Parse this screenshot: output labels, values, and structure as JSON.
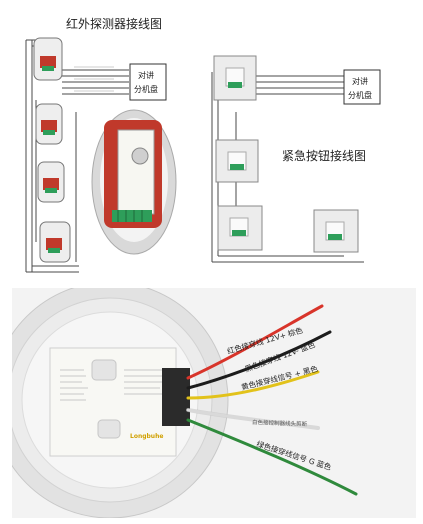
{
  "infrared": {
    "title": "红外探测器接线图",
    "box_line1": "对讲",
    "box_line2": "分机盘"
  },
  "emergency": {
    "title": "紧急按钮接线图",
    "box_line1": "对讲",
    "box_line2": "分机盘"
  },
  "detector": {
    "wires": [
      {
        "label": "红色接穿线 12V+ 棕色",
        "color": "#d8342a"
      },
      {
        "label": "黑色接穿线 12V- 蓝色",
        "color": "#1c1c1c"
      },
      {
        "label": "黄色接穿线信号 + 黑色",
        "color": "#e2c21a"
      },
      {
        "label": "白色接控制器线头剪断",
        "color": "#f4f4f4"
      },
      {
        "label": "绿色接穿线信号 G 蓝色",
        "color": "#2f8a3c"
      }
    ],
    "brand": "Longbuhe"
  },
  "colors": {
    "line": "#4a4a4a",
    "pcb": "#c0392b",
    "terminal": "#2e9e5a"
  }
}
